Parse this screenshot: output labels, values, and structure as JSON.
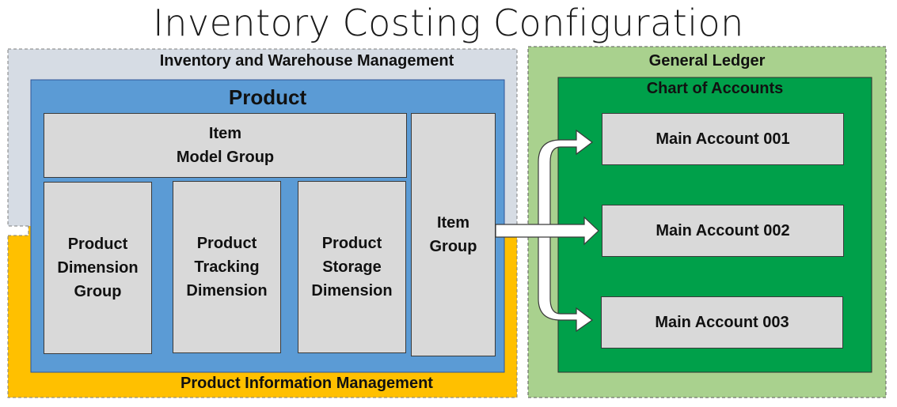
{
  "title": "Inventory Costing Configuration",
  "colors": {
    "warehouse_bg": "#d6dce4",
    "pim_bg": "#ffc000",
    "product_bg": "#5b9bd5",
    "ledger_bg": "#a9d18e",
    "chart_bg": "#00a04a",
    "box_bg": "#d9d9d9"
  },
  "regions": {
    "warehouse": "Inventory and Warehouse Management",
    "product_info": "Product Information Management",
    "product": "Product",
    "general_ledger": "General Ledger",
    "chart_of_accounts": "Chart of Accounts"
  },
  "boxes": {
    "item_model_group": "Item\nModel Group",
    "product_dimension_group": "Product\nDimension\nGroup",
    "product_tracking_dimension": "Product\nTracking\nDimension",
    "product_storage_dimension": "Product\nStorage\nDimension",
    "item_group": "Item\nGroup"
  },
  "accounts": [
    "Main Account 001",
    "Main Account 002",
    "Main Account 003"
  ]
}
